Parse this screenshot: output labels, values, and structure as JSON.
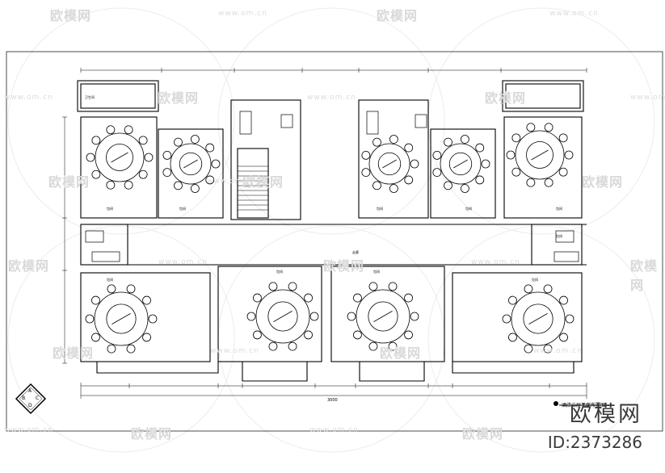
{
  "drawing": {
    "title": "酒店二层平面布置图",
    "compass_letters": [
      "A",
      "B",
      "C",
      "D"
    ],
    "overall_dimension": "3000",
    "room_labels": [
      "卫生间",
      "包间",
      "包间",
      "包间",
      "包间",
      "包间",
      "包间",
      "包间",
      "包间",
      "包间",
      "包间",
      "走廊"
    ]
  },
  "watermark": {
    "brand": "欧模网",
    "url": "www.om.cn",
    "id": "ID:2373286"
  }
}
